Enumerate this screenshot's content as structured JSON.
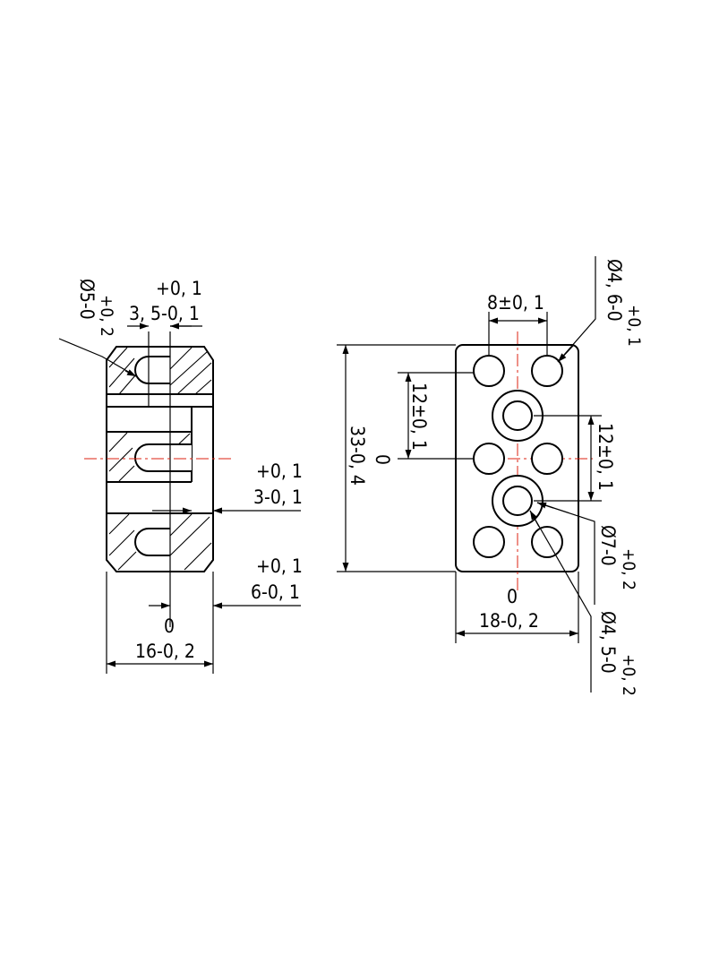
{
  "left_view": {
    "dim_slot_diameter": {
      "main": "Ø5-0",
      "tol": "+0, 2"
    },
    "dim_slot_width": {
      "upper": "+0, 1",
      "lower": "3, 5-0, 1"
    },
    "dim_step": {
      "upper": "+0, 1",
      "lower": "3-0, 1"
    },
    "dim_depth": {
      "upper": "+0, 1",
      "lower": "6-0, 1"
    },
    "dim_width": {
      "upper": "0",
      "lower": "16-0, 2"
    }
  },
  "right_view": {
    "dim_pitch": "8±0, 1",
    "dim_small_hole": {
      "main": "Ø4, 6-0",
      "tol": "+0, 1"
    },
    "dim_vert_pitch_left": "12±0, 1",
    "dim_height": {
      "upper": "0",
      "lower": "33-0, 4"
    },
    "dim_vert_pitch_right": "12±0, 1",
    "dim_counterbore": {
      "main": "Ø7-0",
      "tol": "+0, 2"
    },
    "dim_width": {
      "upper": "0",
      "lower": "18-0, 2"
    },
    "dim_bore": {
      "main": "Ø4, 5-0",
      "tol": "+0, 2"
    }
  }
}
